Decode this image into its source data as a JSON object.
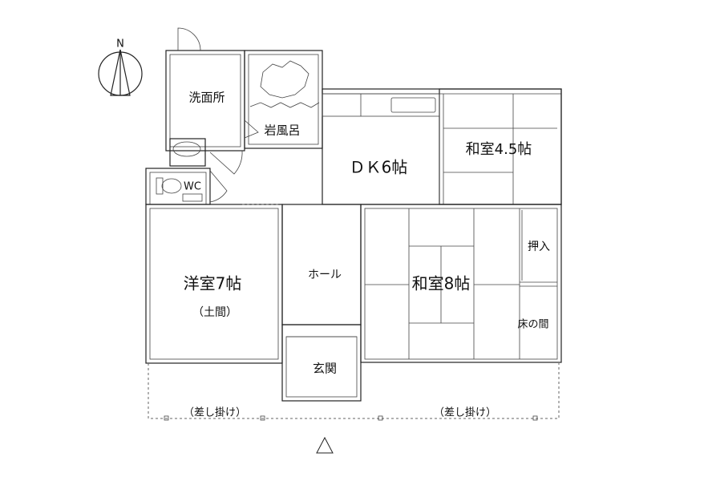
{
  "compass": {
    "north_label": "N"
  },
  "rooms": {
    "senmenjo": "洗面所",
    "iwaburo": "岩風呂",
    "dk": "ＤＫ6帖",
    "washitsu45": "和室4.5帖",
    "wc": "WC",
    "yoshitsu": "洋室7帖",
    "doma": "（土間）",
    "hall": "ホール",
    "washitsu8": "和室8帖",
    "oshiire": "押入",
    "tokonoma": "床の間",
    "genkan": "玄関",
    "sashikake_left": "（差し掛け）",
    "sashikake_right": "（差し掛け）"
  }
}
